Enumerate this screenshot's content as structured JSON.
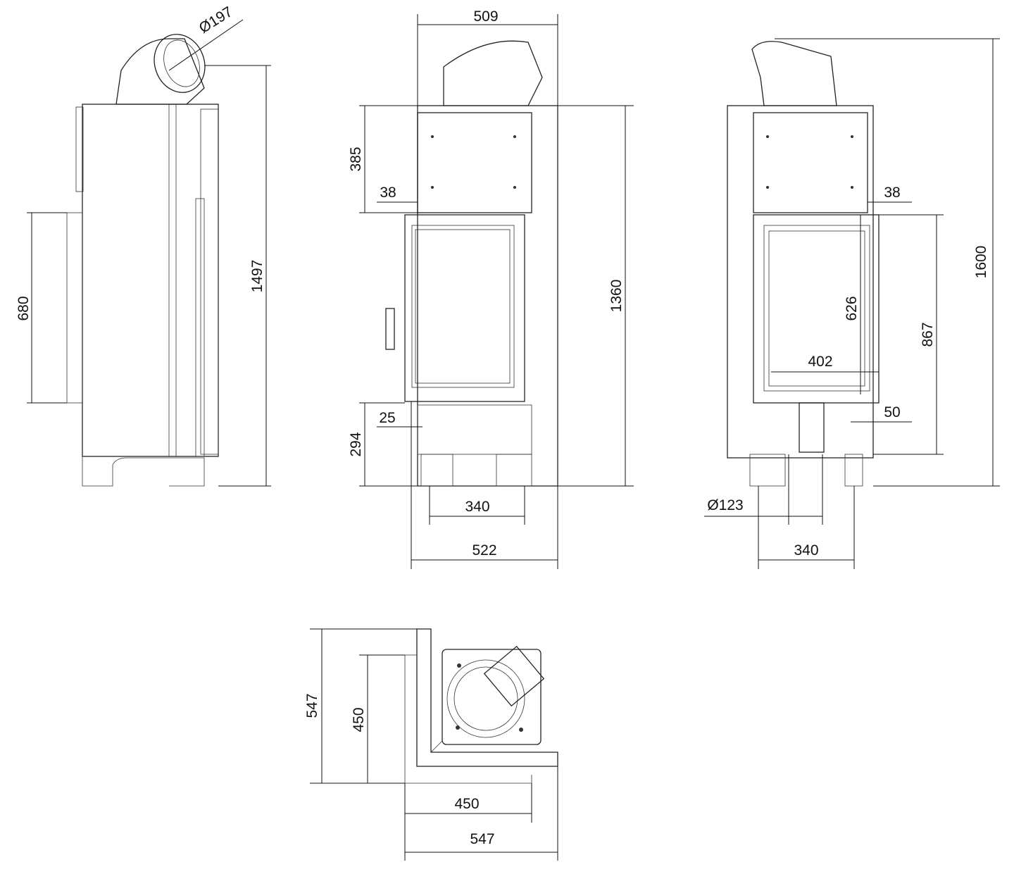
{
  "side_view": {
    "flue_diameter": "Ø197",
    "height": "1497",
    "door_height": "680"
  },
  "front_view": {
    "width_top": "509",
    "upper_height": "385",
    "offset_left": "38",
    "total_height": "1360",
    "door_offset": "25",
    "lower_height": "294",
    "leg_spacing": "340",
    "width_base": "522"
  },
  "right_view": {
    "total_height": "1600",
    "offset_right": "38",
    "glass_height": "626",
    "door_height": "867",
    "glass_width": "402",
    "offset_bottom": "50",
    "air_inlet_diameter": "Ø123",
    "leg_spacing": "340"
  },
  "top_view": {
    "depth_total": "547",
    "depth_inner": "450",
    "width_inner": "450",
    "width_total": "547"
  }
}
